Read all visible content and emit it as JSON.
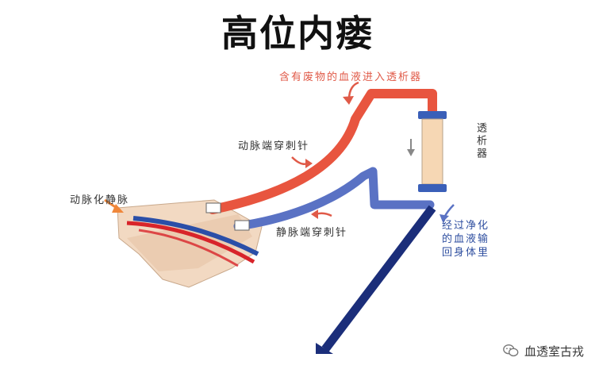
{
  "title": "高位内瘘",
  "labels": {
    "top_right": "含有废物的血液进入透析器",
    "dialyzer": "透析器",
    "arterial_needle": "动脉端穿刺针",
    "arteriovenous": "动脉化静脉",
    "venous_needle": "静脉端穿刺针",
    "purified_return": "经过净化\n的血液输\n回身体里"
  },
  "watermark": {
    "text": "血透室古戎",
    "icon": "wechat-icon"
  },
  "colors": {
    "artery": "#e8553f",
    "vein": "#2f4fa0",
    "deep_vein": "#1b2e7a",
    "label_red": "#e05a48"
  }
}
